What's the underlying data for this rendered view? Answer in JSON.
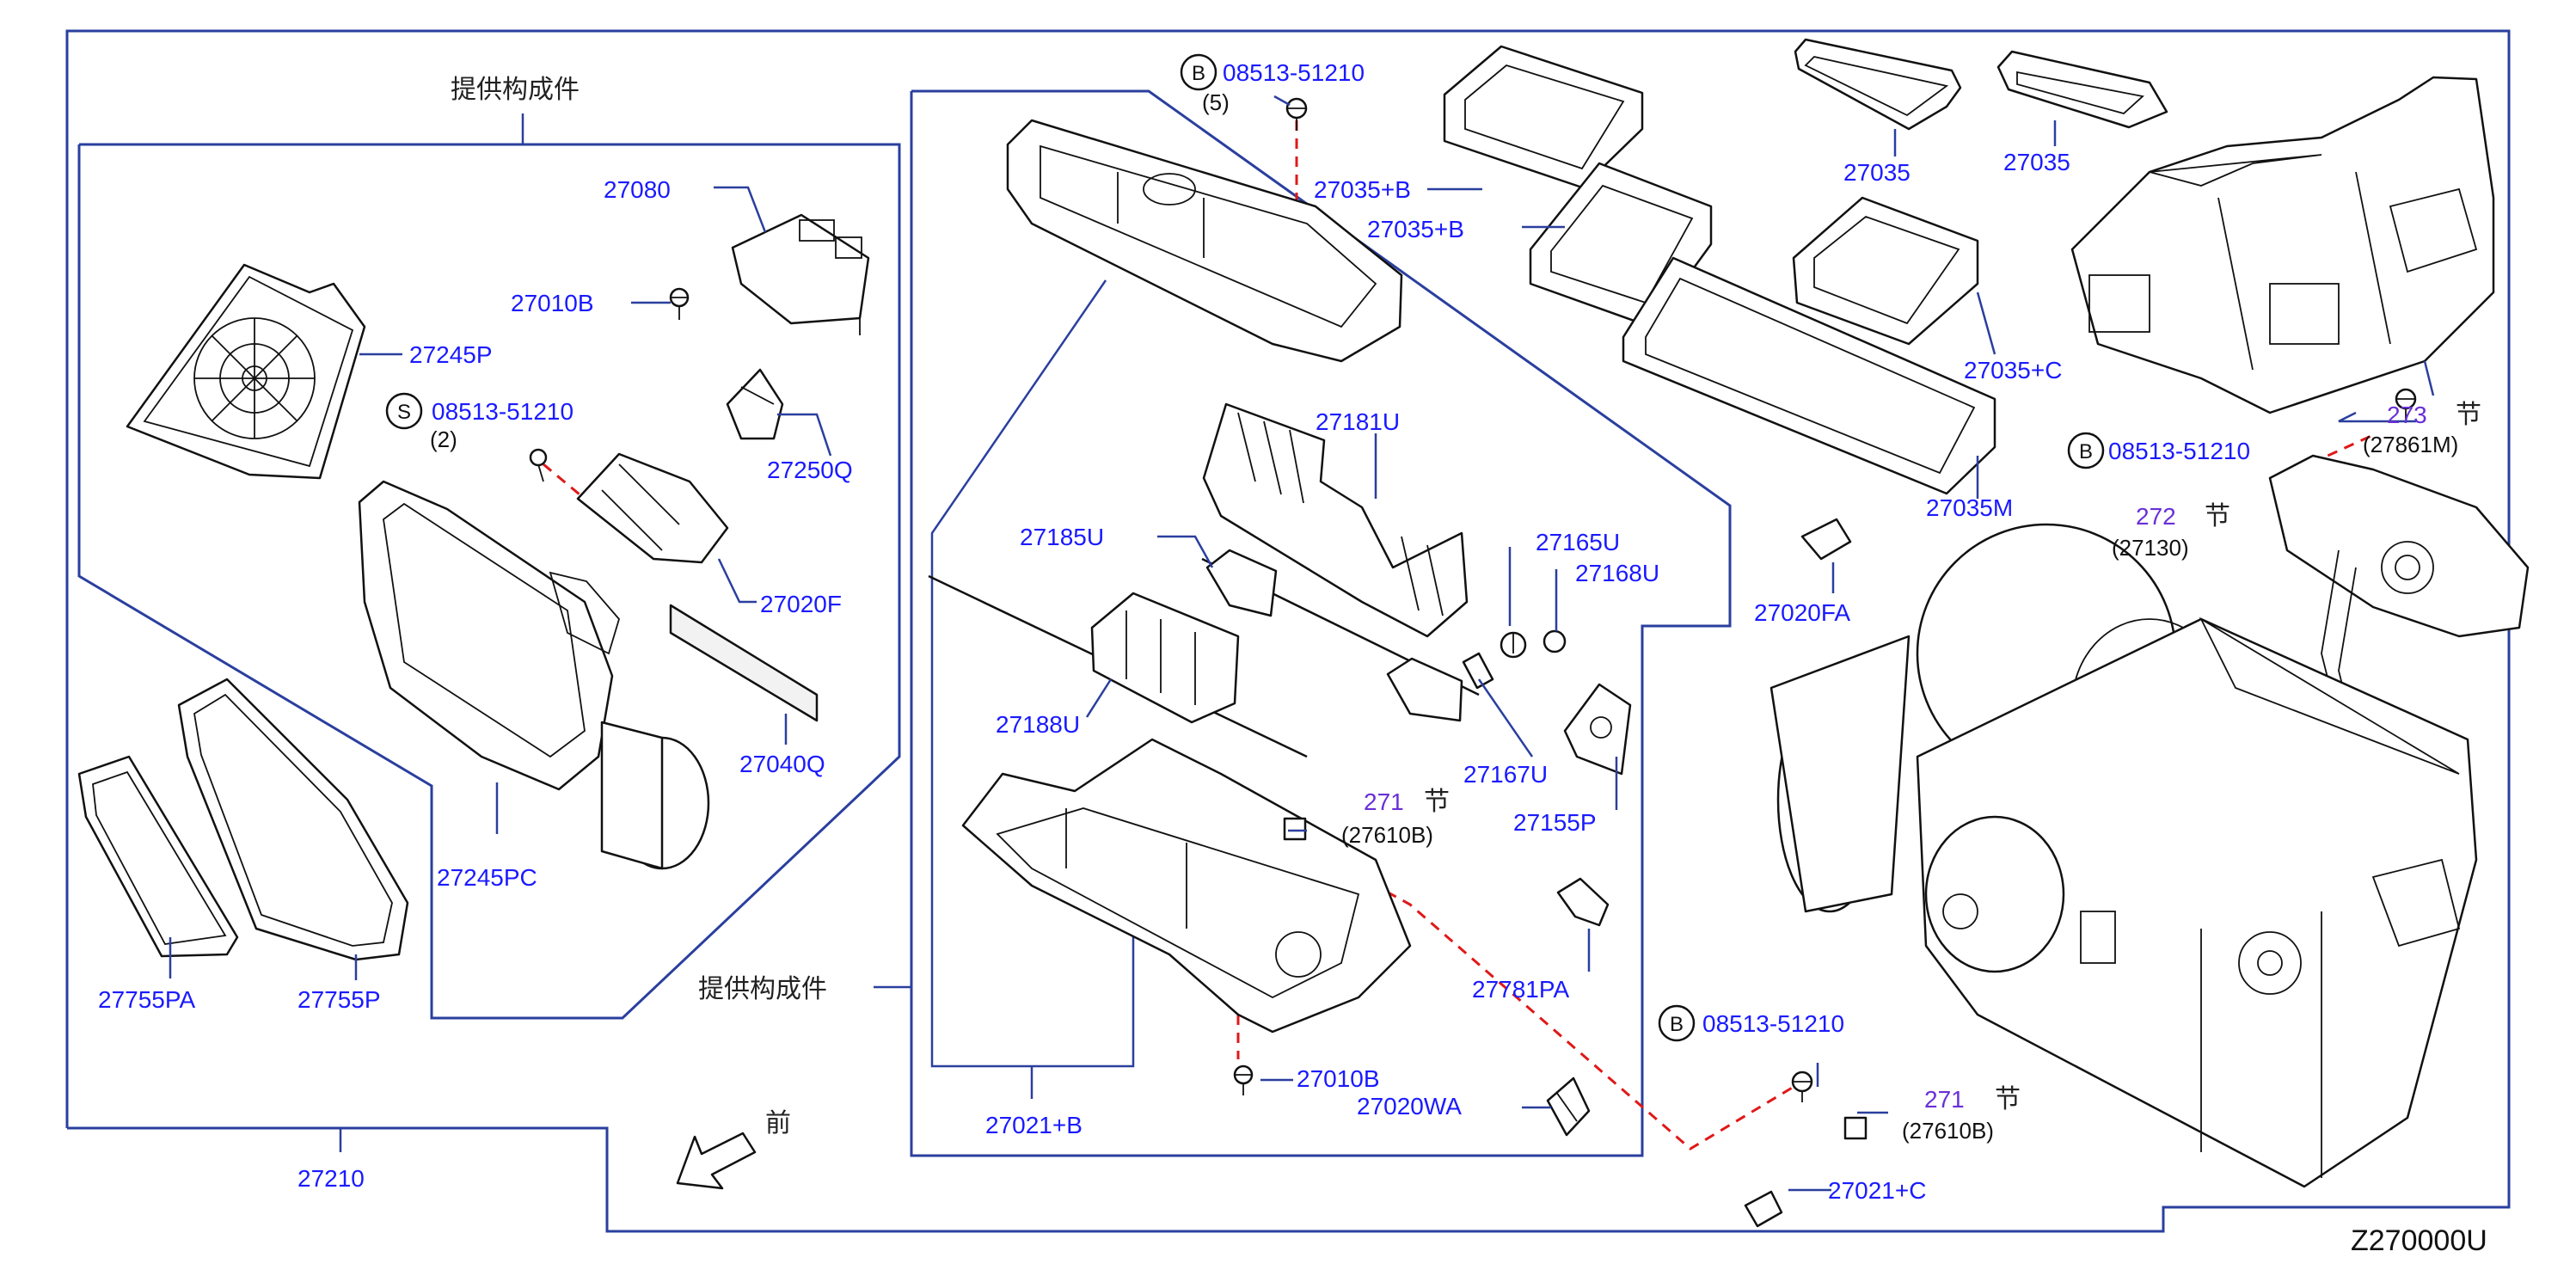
{
  "diagram_code": "Z270000U",
  "assembly_label_1": "提供构成件",
  "assembly_label_2": "提供构成件",
  "front_label": "前",
  "section_char": "节",
  "parts": {
    "p27080": "27080",
    "p27010B_a": "27010B",
    "p27245P": "27245P",
    "p08513_s": "08513-51210",
    "p08513_s_qty": "(2)",
    "p27250Q": "27250Q",
    "p27020F": "27020F",
    "p27040Q": "27040Q",
    "p27245PC": "27245PC",
    "p27755PA": "27755PA",
    "p27755P": "27755P",
    "p27210": "27210",
    "p08513_b1": "08513-51210",
    "p08513_b1_qty": "(5)",
    "p27035B_1": "27035+B",
    "p27035B_2": "27035+B",
    "p27035_1": "27035",
    "p27035_2": "27035",
    "p27035C": "27035+C",
    "p27035M": "27035M",
    "p27181U": "27181U",
    "p27185U": "27185U",
    "p27165U": "27165U",
    "p27168U": "27168U",
    "p27188U": "27188U",
    "p27167U": "27167U",
    "p27155P": "27155P",
    "p27781PA": "27781PA",
    "p27021B": "27021+B",
    "p27010B_b": "27010B",
    "p27020WA": "27020WA",
    "p27020FA": "27020FA",
    "p08513_b2": "08513-51210",
    "p08513_b3": "08513-51210",
    "p27021C": "27021+C",
    "ref271_a": "271",
    "ref271_a_sub": "(27610B)",
    "ref271_b": "271",
    "ref271_b_sub": "(27610B)",
    "ref272": "272",
    "ref272_sub": "(27130)",
    "ref273": "273",
    "ref273_sub": "(27861M)"
  },
  "markers": {
    "b": "B",
    "s": "S"
  }
}
